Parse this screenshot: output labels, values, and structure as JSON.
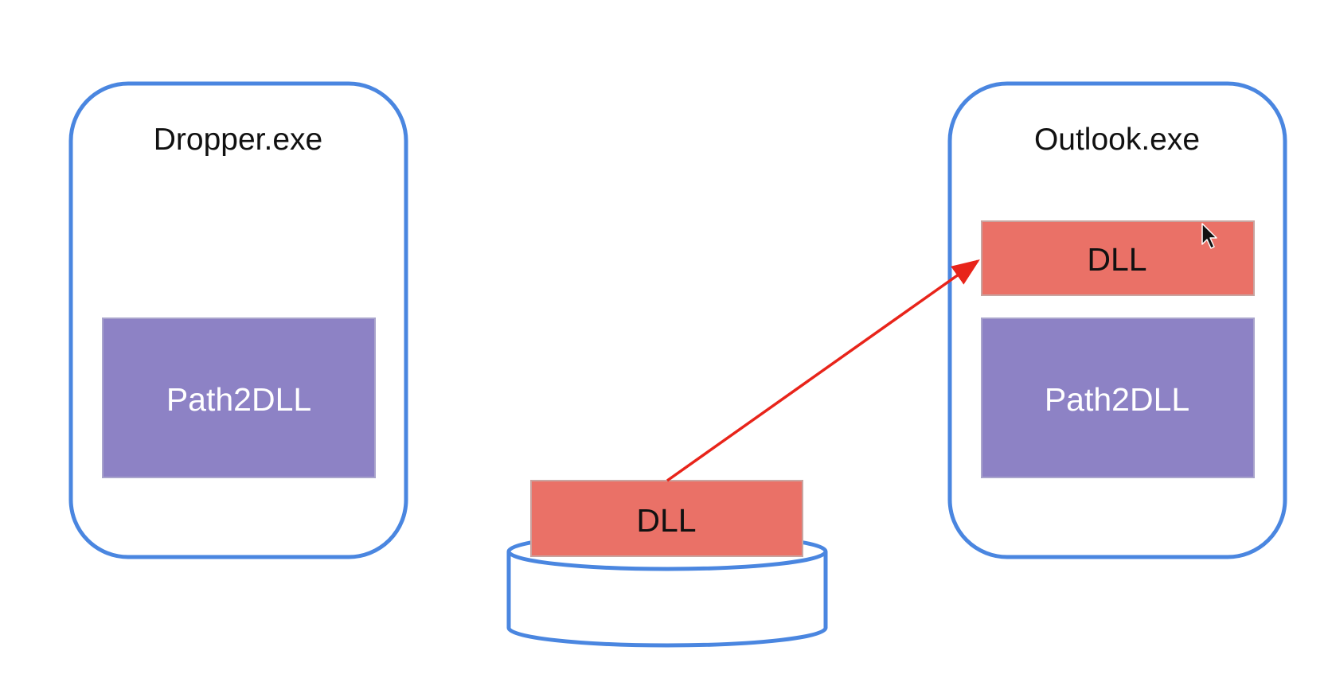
{
  "colors": {
    "outline": "#4a86e0",
    "dll_fill": "#ea7167",
    "path_fill": "#8d82c5",
    "arrow": "#e8241a",
    "text_dark": "#111111",
    "text_light": "#ffffff"
  },
  "processes": {
    "left": {
      "title": "Dropper.exe",
      "path_label": "Path2DLL"
    },
    "right": {
      "title": "Outlook.exe",
      "dll_label": "DLL",
      "path_label": "Path2DLL"
    }
  },
  "disk": {
    "dll_label": "DLL"
  },
  "icons": {
    "cursor": "mouse-pointer-icon",
    "disk": "disk-icon"
  }
}
